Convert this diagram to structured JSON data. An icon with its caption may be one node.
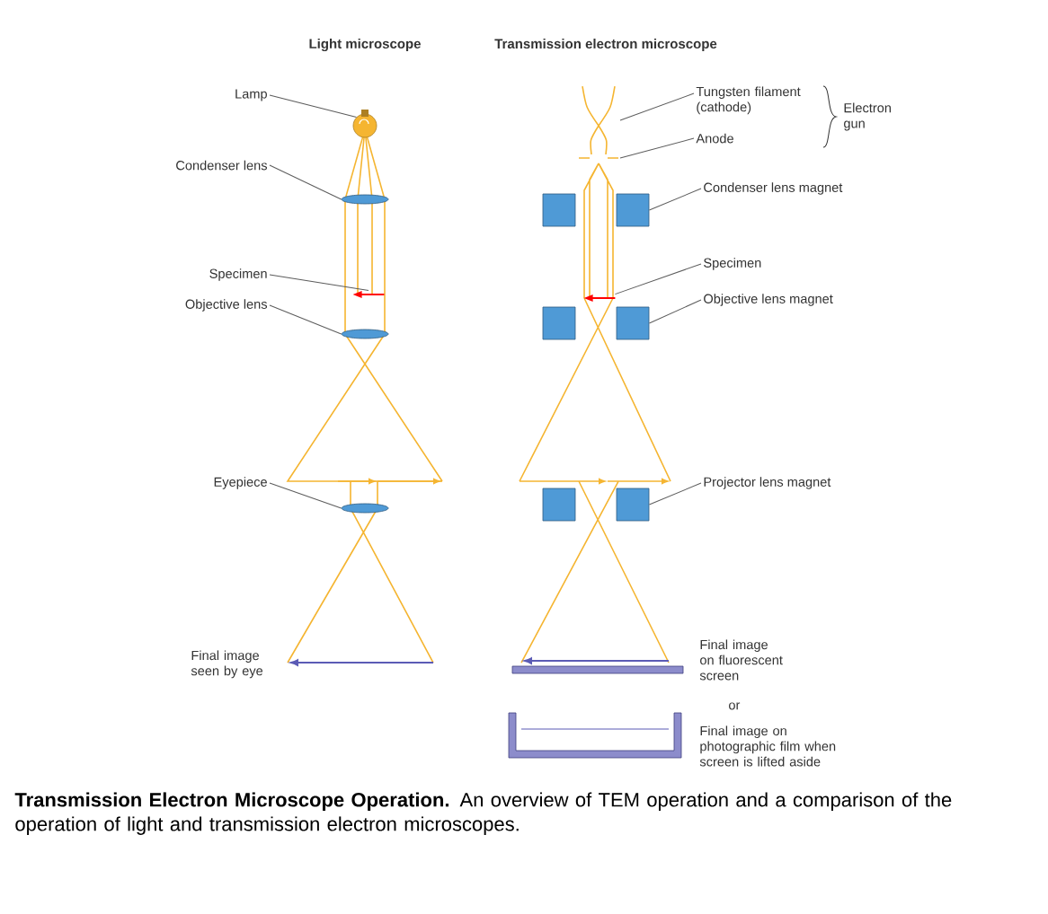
{
  "diagram": {
    "caption": "**Transmission Electron Microscope Operation.** An overview of TEM operation and a comparison of the operation of light and transmission electron microscopes.",
    "nodes": [
      {
        "text": [
          "Lamp"
        ]
      },
      {
        "text": [],
        "shape": "circle"
      },
      {
        "text": [
          "Condenser lens"
        ]
      },
      {
        "text": [],
        "shape": "ellipse"
      },
      {
        "text": [
          "Specimen"
        ]
      },
      {
        "text": [
          "Objective lens"
        ]
      },
      {
        "text": [],
        "shape": "ellipse"
      },
      {
        "text": [
          "Eyepiece"
        ]
      },
      {
        "text": [],
        "shape": "ellipse"
      },
      {
        "text": [
          "Tungsten filament (cathode)"
        ]
      },
      {
        "text": [
          "Anode"
        ]
      },
      {
        "text": [
          "Condenser lens magnet"
        ]
      },
      {
        "text": [],
        "shape": "box"
      },
      {
        "text": [
          "Specimen"
        ]
      },
      {
        "text": [
          "Objective lens magnet"
        ]
      },
      {
        "text": [],
        "shape": "box"
      },
      {
        "text": [
          "Projector lens magnet"
        ]
      },
      {
        "text": [],
        "shape": "box"
      },
      {
        "text": [],
        "shape": "arrow"
      },
      {
        "text": [],
        "shape": "arrow"
      }
    ],
    "edges": [
      {
        "from": 0,
        "to": 1,
        "arrow": "none"
      },
      {
        "from": 2,
        "to": 3,
        "arrow": "none"
      },
      {
        "from": 4,
        "to": 18,
        "arrow": "none"
      },
      {
        "from": 5,
        "to": 6,
        "arrow": "none"
      },
      {
        "from": 7,
        "to": 8,
        "arrow": "none"
      },
      {
        "from": 9,
        "to": null,
        "arrow": "none"
      },
      {
        "from": 10,
        "to": null,
        "arrow": "none"
      },
      {
        "from": 11,
        "to": 12,
        "arrow": "none"
      },
      {
        "from": 13,
        "to": 19,
        "arrow": "none"
      },
      {
        "from": 14,
        "to": 15,
        "arrow": "none"
      },
      {
        "from": 16,
        "to": 17,
        "arrow": "none"
      }
    ],
    "labels": [
      "Light microscope",
      "Transmission electron microscope",
      "Electron gun",
      "Final image seen by eye",
      "Final image on fluorescent screen",
      "or",
      "Final image on photographic film when screen is lifted aside"
    ]
  }
}
